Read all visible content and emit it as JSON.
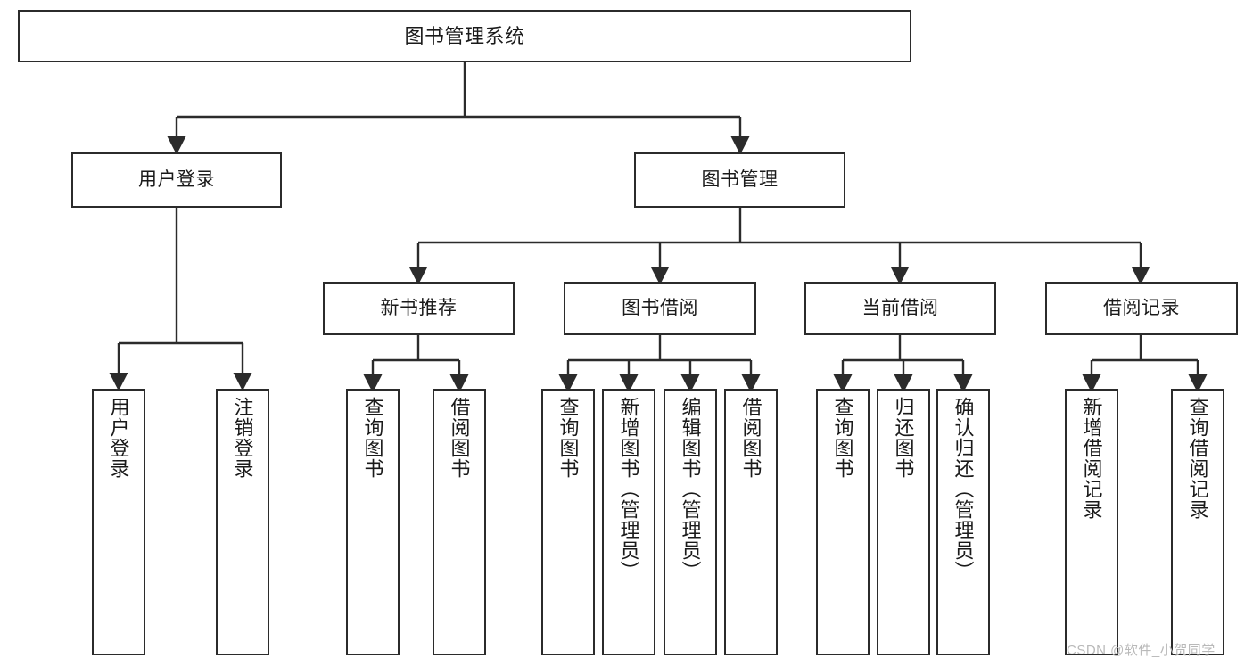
{
  "diagram": {
    "title_node": {
      "label": "图书管理系统"
    },
    "level2": [
      {
        "id": "user-login",
        "label": "用户登录"
      },
      {
        "id": "book-management",
        "label": "图书管理"
      }
    ],
    "level3": [
      {
        "id": "new-book-recommend",
        "label": "新书推荐"
      },
      {
        "id": "book-borrow",
        "label": "图书借阅"
      },
      {
        "id": "current-borrow",
        "label": "当前借阅"
      },
      {
        "id": "borrow-record",
        "label": "借阅记录"
      }
    ],
    "leaves": [
      {
        "id": "leaf-user-login",
        "label": "用户登录"
      },
      {
        "id": "leaf-logout-login",
        "label": "注销登录"
      },
      {
        "id": "leaf-query-book-1",
        "label": "查询图书"
      },
      {
        "id": "leaf-borrow-book-1",
        "label": "借阅图书"
      },
      {
        "id": "leaf-query-book-2",
        "label": "查询图书"
      },
      {
        "id": "leaf-add-book-admin",
        "label": "新增图书（管理员）"
      },
      {
        "id": "leaf-edit-book-admin",
        "label": "编辑图书（管理员）"
      },
      {
        "id": "leaf-borrow-book-2",
        "label": "借阅图书"
      },
      {
        "id": "leaf-query-book-3",
        "label": "查询图书"
      },
      {
        "id": "leaf-return-book",
        "label": "归还图书"
      },
      {
        "id": "leaf-confirm-return-admin",
        "label": "确认归还（管理员）"
      },
      {
        "id": "leaf-add-borrow-record",
        "label": "新增借阅记录"
      },
      {
        "id": "leaf-query-borrow-record",
        "label": "查询借阅记录"
      }
    ]
  },
  "watermark": {
    "text": "CSDN @软件_小贺同学"
  },
  "colors": {
    "stroke": "#2b2b2b",
    "fill": "#ffffff",
    "text": "#1a1a1a",
    "watermark": "#b9b9b9"
  }
}
